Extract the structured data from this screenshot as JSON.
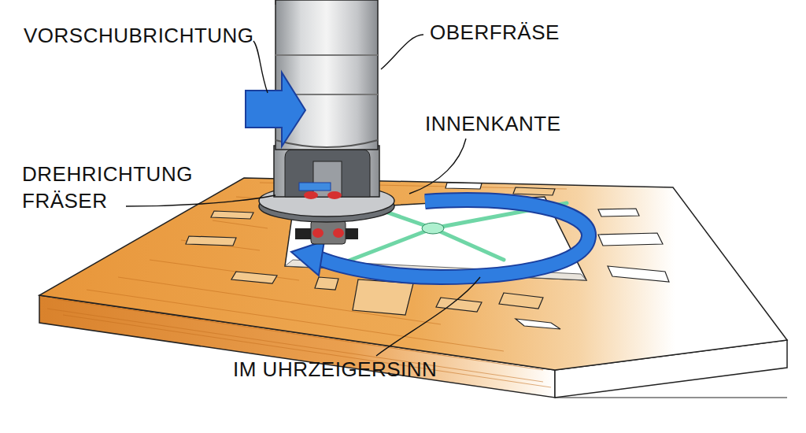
{
  "diagram": {
    "labels": [
      "VORSCHUBRICHTUNG",
      "OBERFRÄSE",
      "INNENKANTE",
      "DREHRICHTUNG FRÄSER",
      "IM UHRZEIGERSINN"
    ]
  }
}
